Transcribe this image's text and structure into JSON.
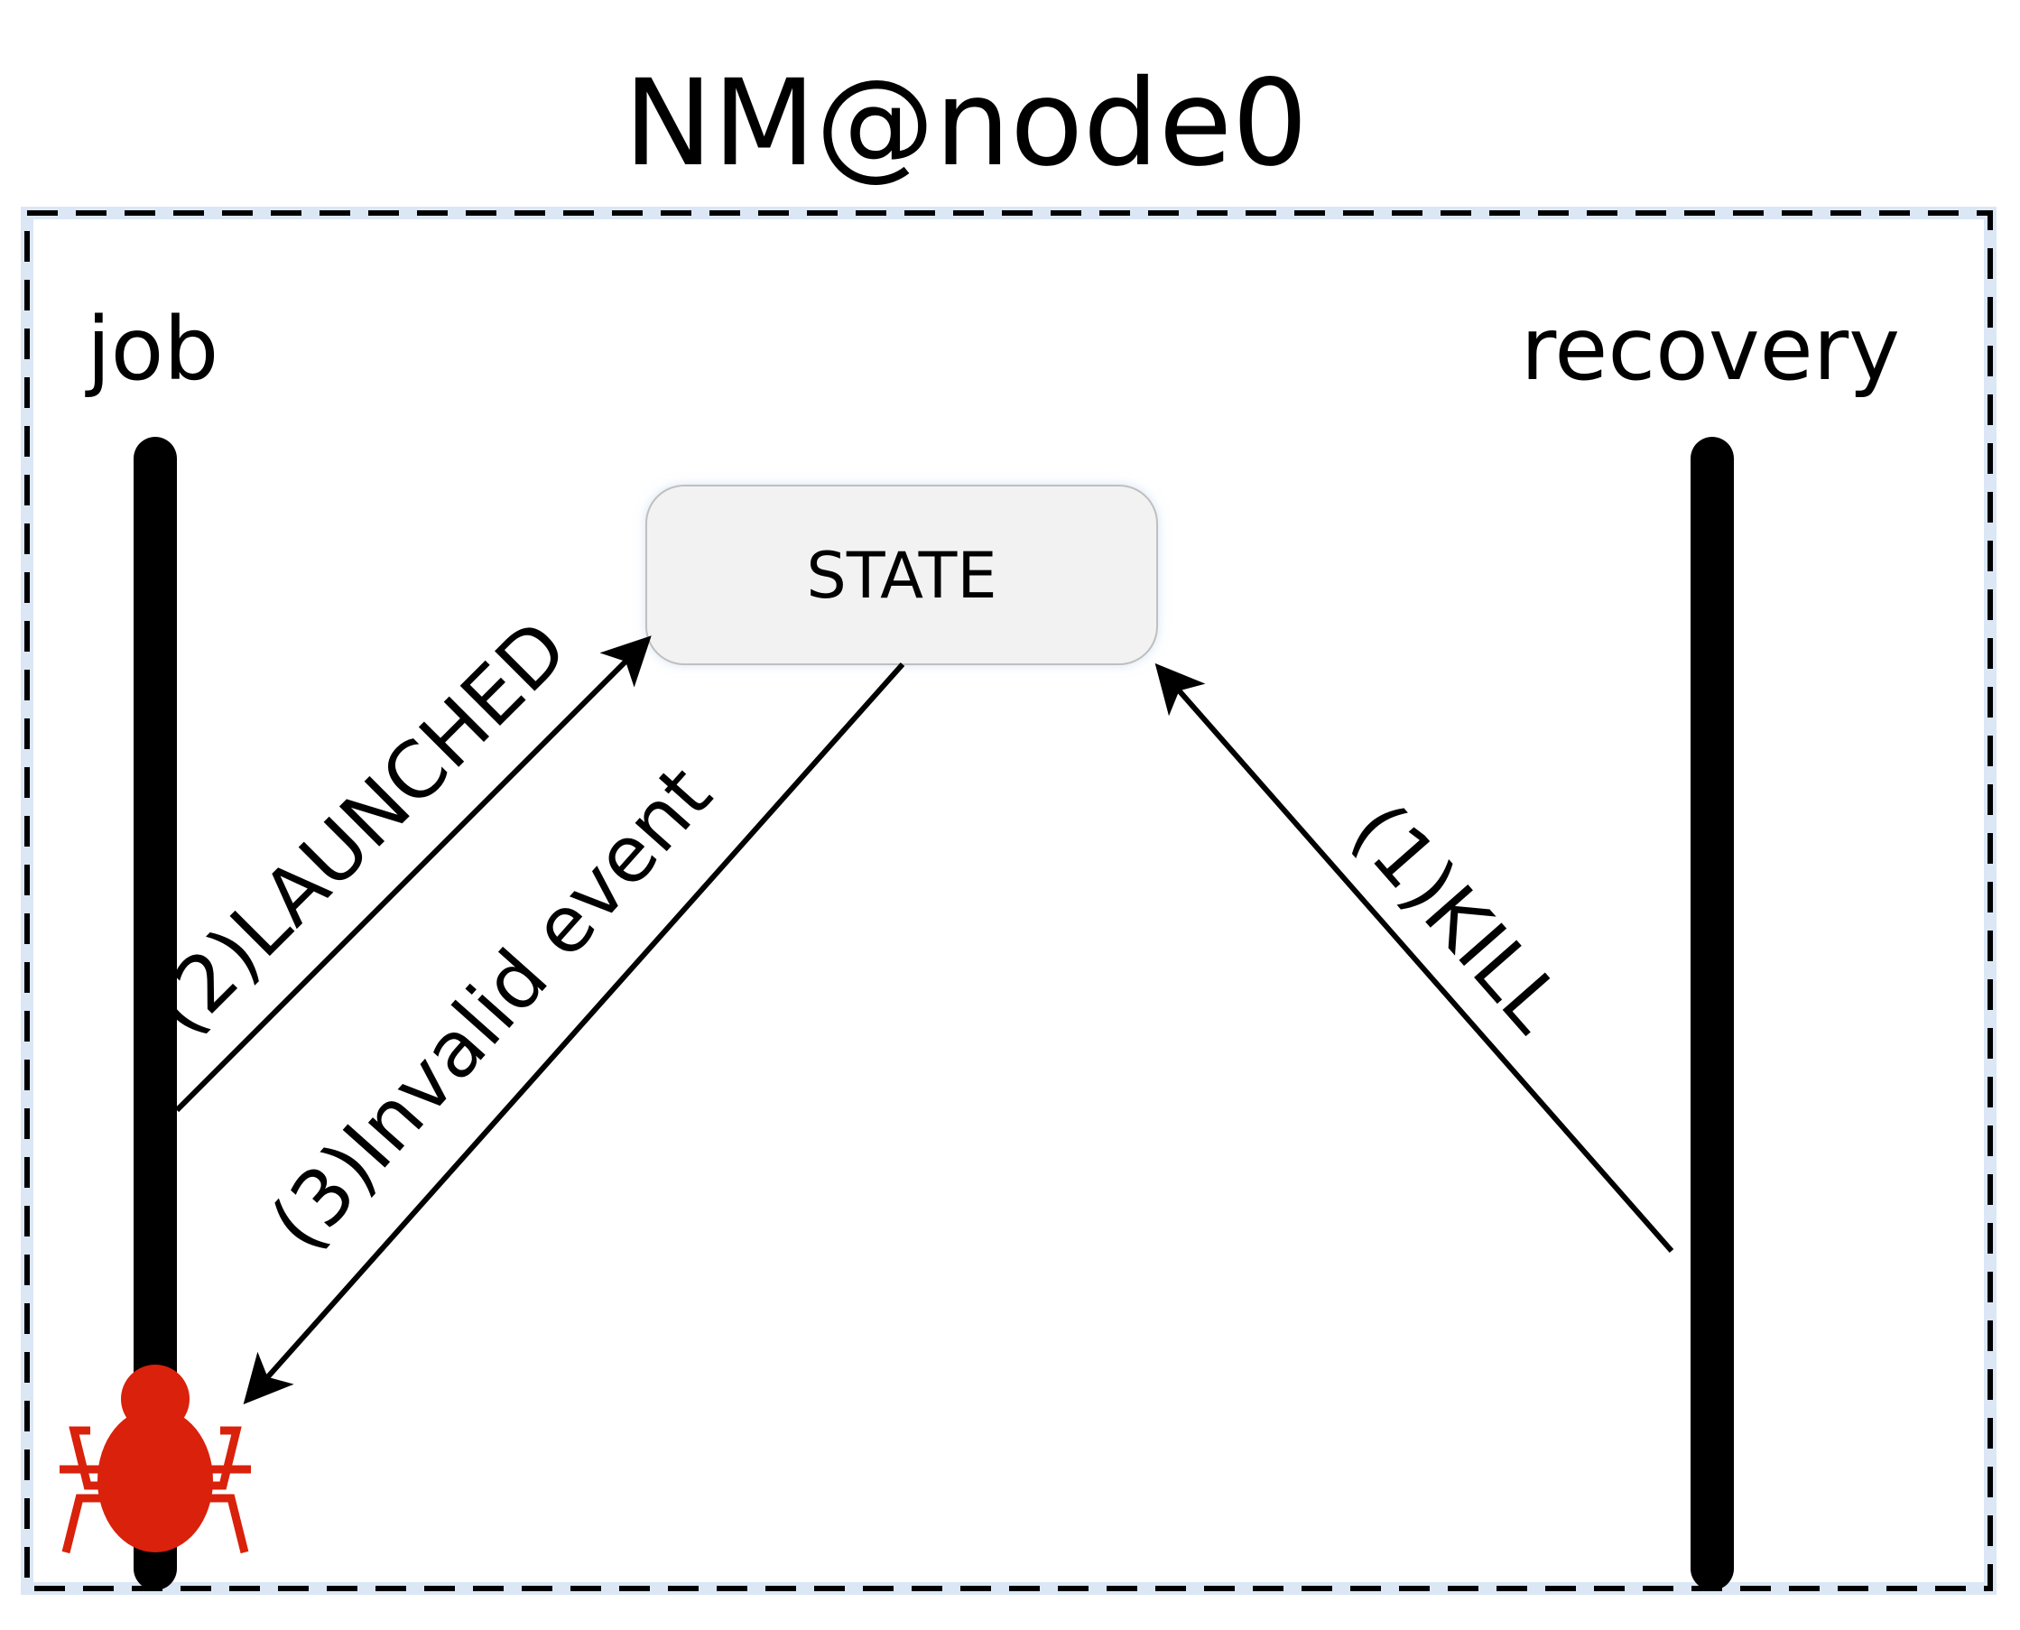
{
  "title": "NM@node0",
  "lanes": {
    "left": "job",
    "right": "recovery"
  },
  "state_box": {
    "label": "STATE"
  },
  "arrows": [
    {
      "id": "kill",
      "label": "(1)KILL"
    },
    {
      "id": "launched",
      "label": "(2)LAUNCHED"
    },
    {
      "id": "invalid",
      "label": "(3)Invalid event"
    }
  ],
  "icons": {
    "bug": "bug-icon"
  },
  "colors": {
    "line": "#000000",
    "bug": "#d9210b",
    "state_fill": "#f2f2f2",
    "state_border": "#bfbfbf",
    "glow": "#dbe7f5"
  }
}
